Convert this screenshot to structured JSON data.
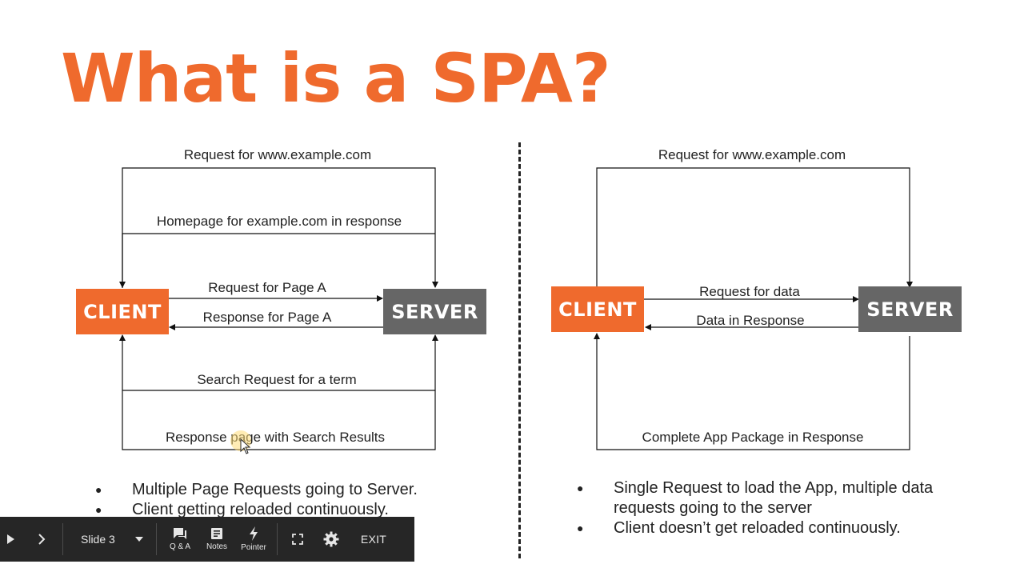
{
  "slide": {
    "title": "What is a SPA?",
    "left": {
      "top_request": "Request for www.example.com",
      "top_response": "Homepage for example.com in response",
      "client": "CLIENT",
      "server": "SERVER",
      "mid_request": "Request for Page A",
      "mid_response": "Response for Page A",
      "bottom_request": "Search Request for a term",
      "bottom_response": "Response page with Search Results",
      "bullets": [
        "Multiple Page Requests going to Server.",
        "Client getting reloaded continuously."
      ]
    },
    "right": {
      "top_request": "Request for www.example.com",
      "client": "CLIENT",
      "server": "SERVER",
      "mid_request": "Request for data",
      "mid_response": "Data in Response",
      "bottom_response": "Complete App Package in Response",
      "bullets": [
        "Single Request to load the App, multiple data requests going to the server",
        "Client doesn’t get reloaded continuously."
      ]
    },
    "colors": {
      "accent": "#ef6a2d",
      "server": "#666666"
    }
  },
  "toolbar": {
    "slide_label": "Slide 3",
    "qa_label": "Q & A",
    "notes_label": "Notes",
    "pointer_label": "Pointer",
    "exit_label": "EXIT",
    "icons": [
      "play-icon",
      "next-icon",
      "dropdown-icon",
      "qa-icon",
      "notes-icon",
      "pointer-icon",
      "fullscreen-icon",
      "gear-icon"
    ]
  }
}
